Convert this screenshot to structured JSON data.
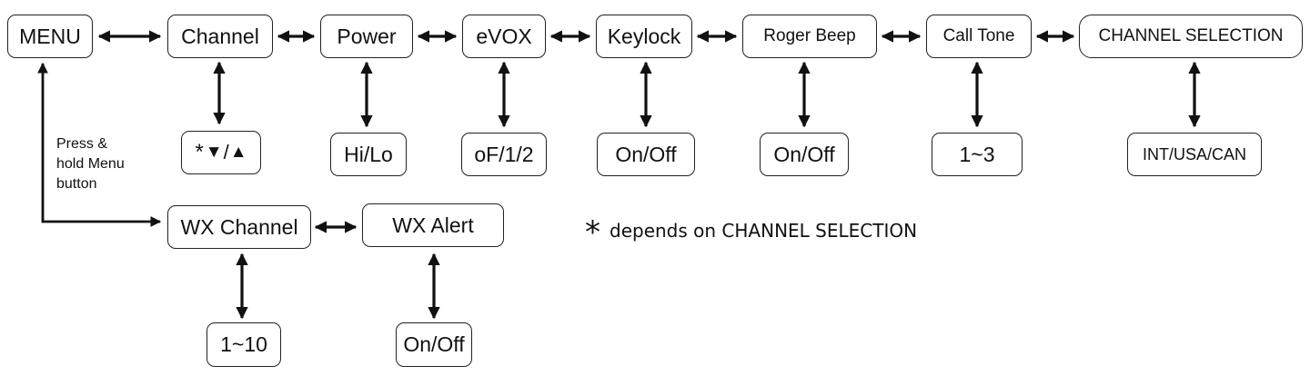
{
  "menu_flow": {
    "menu": "MENU",
    "channel": "Channel",
    "power": "Power",
    "evox": "eVOX",
    "keylock": "Keylock",
    "roger_beep": "Roger Beep",
    "call_tone": "Call Tone",
    "channel_selection": "CHANNEL SELECTION"
  },
  "options": {
    "channel_prefix": "*",
    "channel_down": "▼",
    "channel_sep": "/",
    "channel_up": "▲",
    "power": "Hi/Lo",
    "evox": "oF/1/2",
    "keylock": "On/Off",
    "roger_beep": "On/Off",
    "call_tone": "1~3",
    "channel_selection": "INT/USA/CAN"
  },
  "weather": {
    "wx_channel": "WX Channel",
    "wx_alert": "WX Alert",
    "wx_channel_option": "1~10",
    "wx_alert_option": "On/Off"
  },
  "note": {
    "line1": "Press &",
    "line2": "hold Menu",
    "line3": "button"
  },
  "footnote": {
    "symbol": "*",
    "text": "depends on CHANNEL SELECTION"
  }
}
